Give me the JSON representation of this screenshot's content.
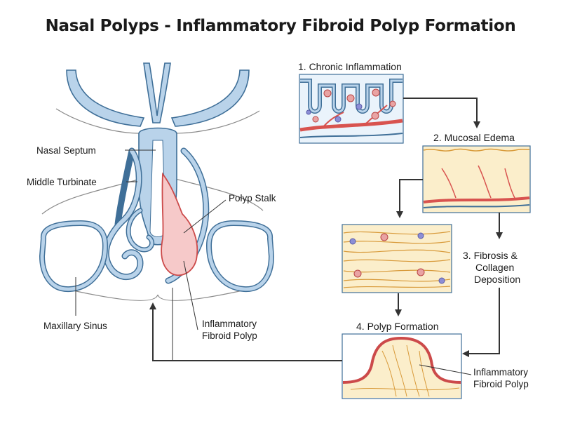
{
  "title": "Nasal Polyps - Inflammatory Fibroid Polyp Formation",
  "anatomy_labels": {
    "nasal_septum": "Nasal Septum",
    "middle_turbinate": "Middle Turbinate",
    "polyp_stalk": "Polyp Stalk",
    "maxillary_sinus": "Maxillary Sinus",
    "polyp_line1": "Inflammatory",
    "polyp_line2": "Fibroid Polyp"
  },
  "steps": {
    "step1": "1. Chronic Inflammation",
    "step2": "2. Mucosal Edema",
    "step3_line1": "3. Fibrosis &",
    "step3_line2": "Collagen",
    "step3_line3": "Deposition",
    "step4": "4. Polyp Formation"
  },
  "step4_labels": {
    "line1": "Inflammatory",
    "line2": "Fibroid Polyp"
  },
  "colors": {
    "mucosa_blue": "#b9d3ea",
    "mucosa_outline": "#3f6f98",
    "polyp_pink": "#f6c9c9",
    "polyp_outline": "#cc4a4a",
    "vessel_red": "#d8534f",
    "collagen_yellow": "#fbeecb",
    "fiber_orange": "#d89a3a",
    "arrow": "#333333"
  }
}
